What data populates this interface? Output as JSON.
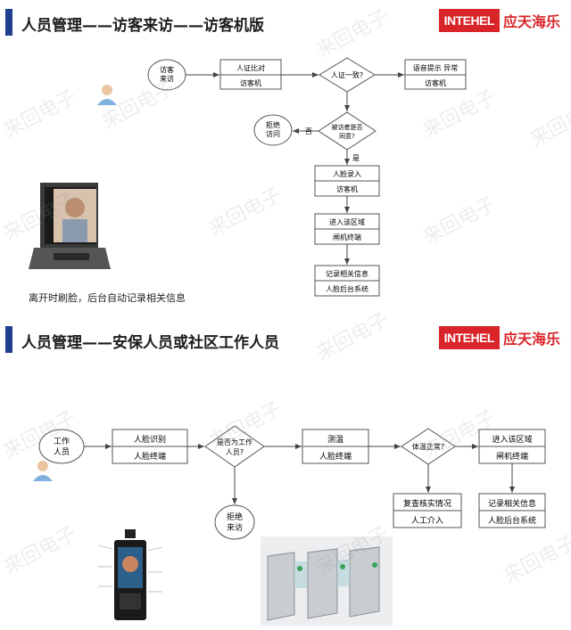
{
  "brand": {
    "logo_en": "INTEHEL",
    "logo_cn": "应天海乐"
  },
  "section1": {
    "title": "人员管理——访客来访——访客机版",
    "caption": "离开时刷脸，后台自动记录相关信息",
    "start": "访客来访",
    "step_verify": {
      "top": "人证比对",
      "bottom": "访客机"
    },
    "decision_match": "人证一致?",
    "step_voice": {
      "top": "语音提示 异常",
      "bottom": "访客机"
    },
    "decision_agree": "被访者是否同意?",
    "label_no": "否",
    "label_yes": "是",
    "end_refuse": "拒绝访问",
    "step_face_enroll": {
      "top": "人脸录入",
      "bottom": "访客机"
    },
    "step_enter": {
      "top": "进入该区域",
      "bottom": "闸机终端"
    },
    "step_record": {
      "top": "记录相关信息",
      "bottom": "人脸后台系统"
    }
  },
  "section2": {
    "title": "人员管理——安保人员或社区工作人员",
    "start": "工作人员",
    "step_face_id": {
      "top": "人脸识别",
      "bottom": "人脸终端"
    },
    "decision_staff": "是否为工作人员?",
    "end_refuse": "拒绝来访",
    "step_temp": {
      "top": "测温",
      "bottom": "人脸终端"
    },
    "decision_temp": "体温正常?",
    "step_enter": {
      "top": "进入该区域",
      "bottom": "闸机终端"
    },
    "step_recheck": {
      "top": "复查核实情况",
      "bottom": "人工介入"
    },
    "step_record": {
      "top": "记录相关信息",
      "bottom": "人脸后台系统"
    }
  },
  "watermark": "来回电子",
  "colors": {
    "accent_bar": "#1f3f8f",
    "brand_red": "#d9252a",
    "box_stroke": "#555555"
  }
}
